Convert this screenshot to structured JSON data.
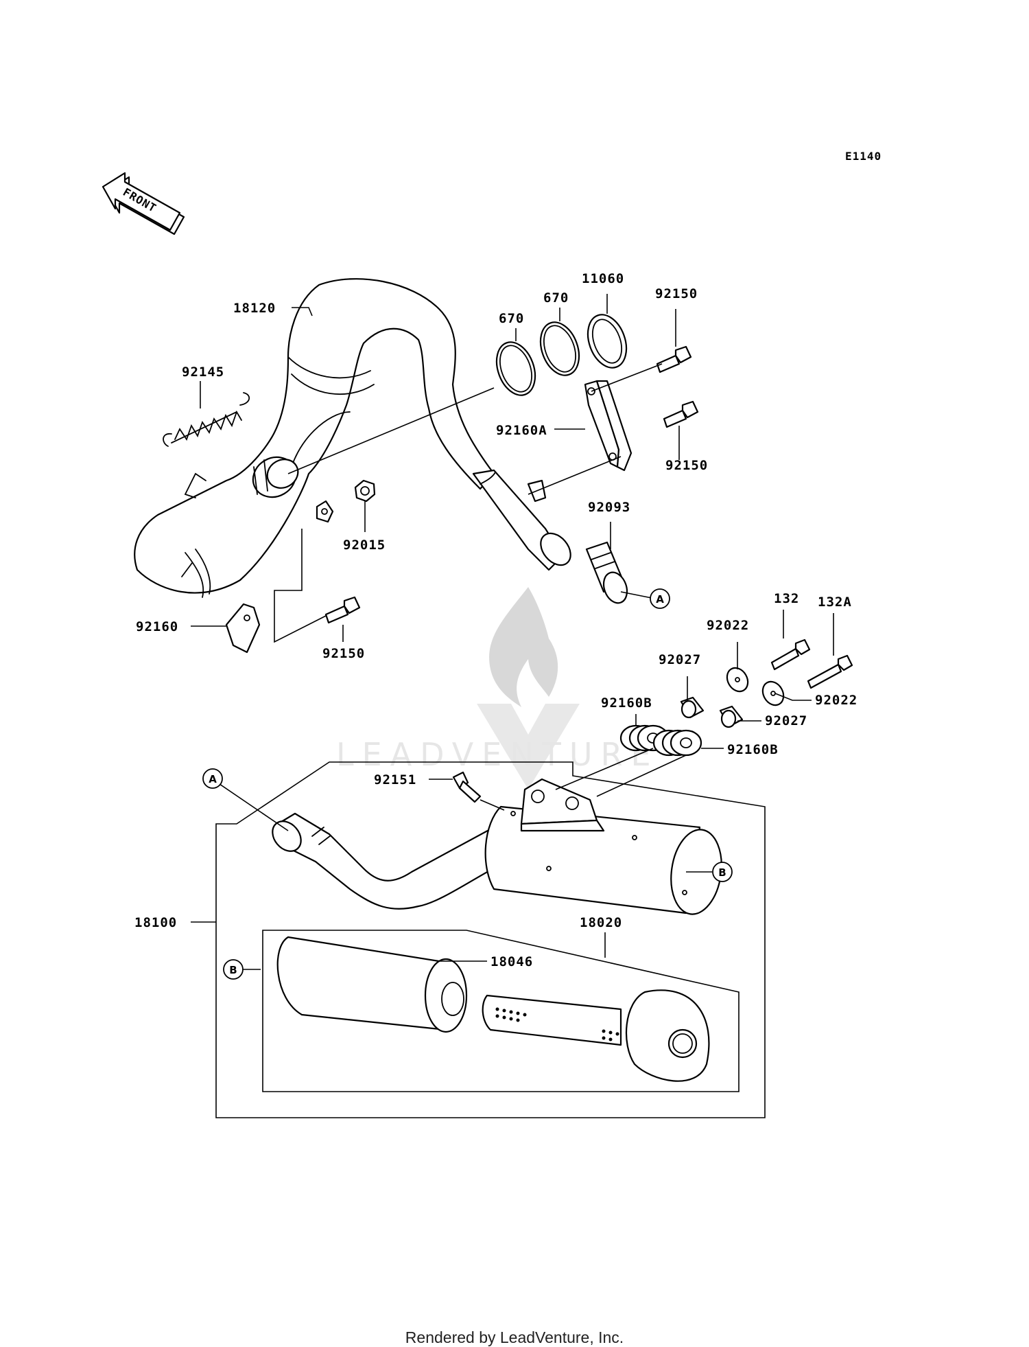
{
  "diagram_code": "E1140",
  "front_arrow_text": "FRONT",
  "watermark_text": "LEADVENTURE",
  "footer_text": "Rendered by LeadVenture, Inc.",
  "callouts": {
    "a_top": "A",
    "a_bottom": "A",
    "b_right": "B",
    "b_left": "B"
  },
  "labels": {
    "p18120": "18120",
    "p92145": "92145",
    "p670a": "670",
    "p670b": "670",
    "p11060": "11060",
    "p92150_top": "92150",
    "p92160A": "92160A",
    "p92150_mid": "92150",
    "p92093": "92093",
    "p92015": "92015",
    "p92160": "92160",
    "p92150_low": "92150",
    "p132": "132",
    "p132A": "132A",
    "p92022_l": "92022",
    "p92022_r": "92022",
    "p92027_l": "92027",
    "p92027_r": "92027",
    "p92160B_l": "92160B",
    "p92160B_r": "92160B",
    "p92151": "92151",
    "p18100": "18100",
    "p18020": "18020",
    "p18046": "18046"
  }
}
